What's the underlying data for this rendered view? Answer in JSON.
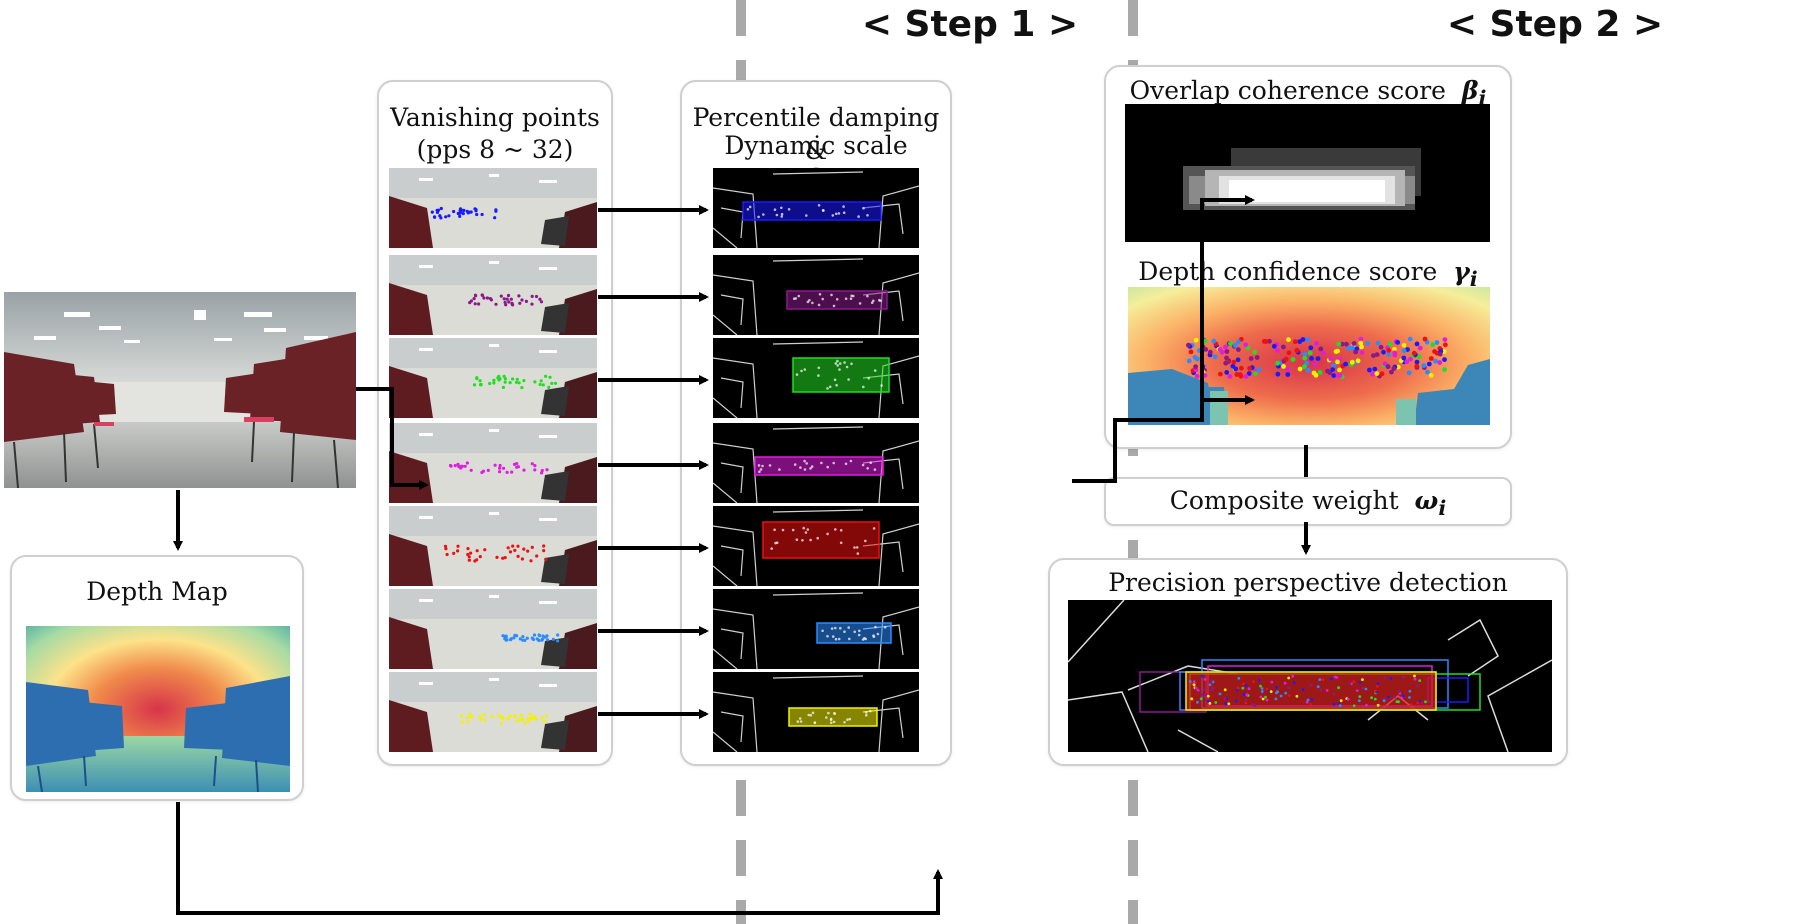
{
  "steps": {
    "step1": "< Step 1 >",
    "step2": "< Step 2 >"
  },
  "depth_map": {
    "title": "Depth Map"
  },
  "vanishing": {
    "title_line1": "Vanishing points",
    "title_line2": "(pps 8 ~ 32)"
  },
  "percentile": {
    "title_line1": "Percentile damping &",
    "title_line2": "Dynamic scale weighting"
  },
  "overlap": {
    "title": "Overlap coherence score",
    "symbol": "β",
    "sub": "i"
  },
  "depth_conf": {
    "title": "Depth confidence score",
    "symbol": "γ",
    "sub": "i"
  },
  "composite": {
    "title": "Composite weight",
    "symbol": "ω",
    "sub": "i"
  },
  "precision": {
    "title": "Precision perspective detection"
  },
  "colors": {
    "rows": [
      "#1a1aff",
      "#8a1a8a",
      "#22dd22",
      "#e01ee0",
      "#ee1111",
      "#2a8cff",
      "#f2f200"
    ],
    "arrow": "#000000",
    "divider": "#a9a9a9",
    "panel_border": "#cfcfcf"
  }
}
